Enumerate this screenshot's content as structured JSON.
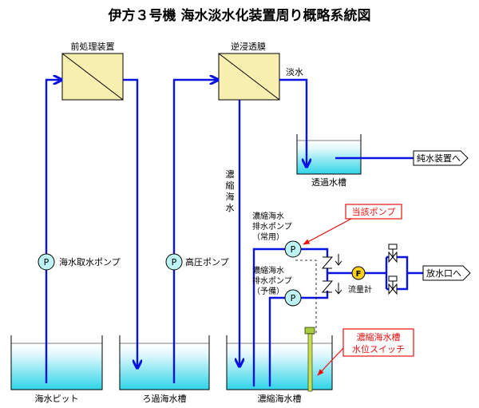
{
  "title": "伊方３号機 海水淡水化装置周り概略系統図",
  "labels": {
    "pretreatment": "前処理装置",
    "ro_membrane": "逆浸透膜",
    "fresh_water": "淡水",
    "permeate_tank": "透過水槽",
    "pure_water_to": "純水装置へ",
    "brine_vertical": [
      "濃",
      "縮",
      "海",
      "水"
    ],
    "intake_pump": "海水取水ポンプ",
    "hp_pump": "高圧ポンプ",
    "brine_pump_normal": [
      "濃縮海水",
      "排水ポンプ",
      "（常用）"
    ],
    "brine_pump_standby": [
      "濃縮海水",
      "排水ポンプ",
      "（予備）"
    ],
    "flow_meter": "流量計",
    "discharge_to": "放水口へ",
    "seawater_pit": "海水ピット",
    "filtered_tank": "ろ過海水槽",
    "brine_tank": "濃縮海水槽"
  },
  "callouts": {
    "pump_in_question": "当該ポンプ",
    "level_switch": [
      "濃縮海水槽",
      "水位スイッチ"
    ]
  },
  "symbols": {
    "pump": "P",
    "flow_meter": "F"
  },
  "colors": {
    "pipe": "#0a12e0",
    "callout": "#e81010",
    "equipment": "#f7efb0",
    "water": "#2fd4e8",
    "pump": "#bff4f4",
    "flow_meter": "#ffd21a"
  }
}
